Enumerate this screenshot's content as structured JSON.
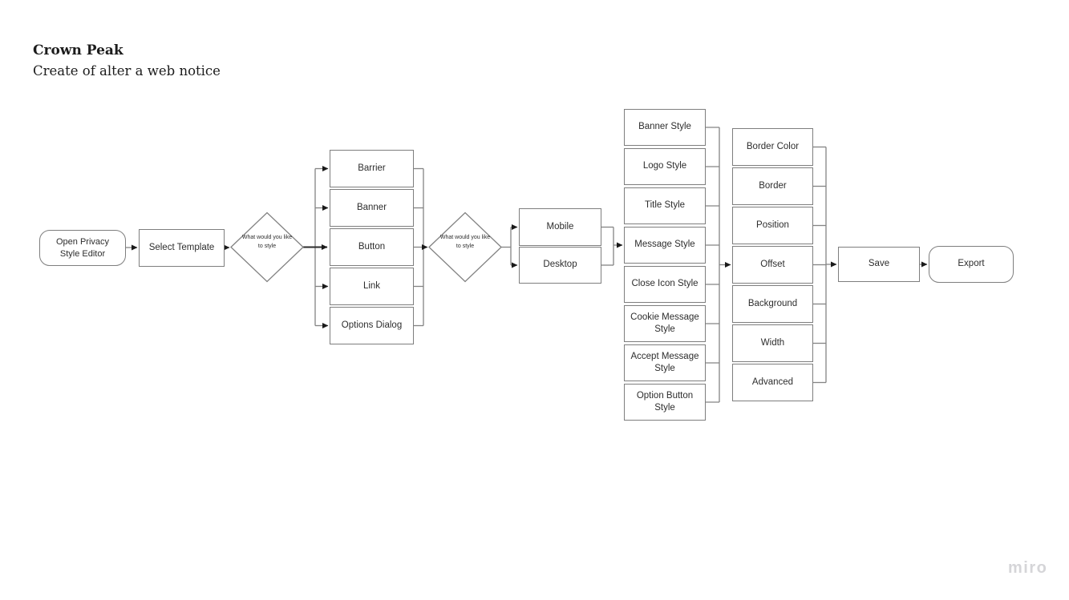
{
  "page": {
    "title": "Crown Peak",
    "subtitle": "Create of alter a web notice",
    "watermark": "miro"
  },
  "colors": {
    "box_border": "#7e7e7e",
    "box_fill": "#ffffff",
    "connector": "#848484",
    "arrowhead": "#1a1a1a",
    "text": "#2d2d2d",
    "watermark": "#d5d5d8"
  },
  "flow": {
    "start": {
      "label": "Open Privacy Style Editor",
      "shape": "rounded-rectangle"
    },
    "select_template": {
      "label": "Select Template",
      "shape": "rectangle"
    },
    "decision_style": {
      "label": "What would you like to style",
      "shape": "diamond"
    },
    "style_targets": [
      {
        "label": "Barrier"
      },
      {
        "label": "Banner"
      },
      {
        "label": "Button"
      },
      {
        "label": "Link"
      },
      {
        "label": "Options Dialog"
      }
    ],
    "decision_device": {
      "label": "What would you like to style",
      "shape": "diamond"
    },
    "devices": [
      {
        "label": "Mobile"
      },
      {
        "label": "Desktop"
      }
    ],
    "style_aspects": [
      {
        "label": "Banner Style"
      },
      {
        "label": "Logo Style"
      },
      {
        "label": "Title Style"
      },
      {
        "label": "Message Style"
      },
      {
        "label": "Close Icon Style"
      },
      {
        "label": "Cookie Message Style"
      },
      {
        "label": "Accept Message Style"
      },
      {
        "label": "Option Button Style"
      }
    ],
    "style_properties": [
      {
        "label": "Border Color"
      },
      {
        "label": "Border"
      },
      {
        "label": "Position"
      },
      {
        "label": "Offset"
      },
      {
        "label": "Background"
      },
      {
        "label": "Width"
      },
      {
        "label": "Advanced"
      }
    ],
    "save": {
      "label": "Save",
      "shape": "rectangle"
    },
    "export": {
      "label": "Export",
      "shape": "rounded-rectangle"
    }
  }
}
